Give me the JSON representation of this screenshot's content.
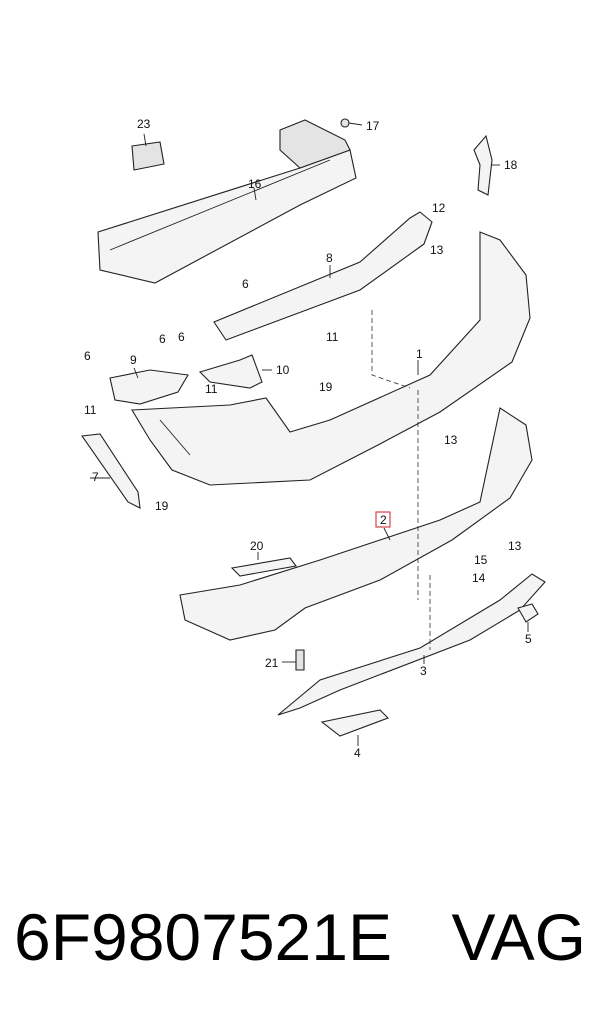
{
  "callouts": {
    "c1": "1",
    "c2": "2",
    "c3": "3",
    "c4": "4",
    "c5": "5",
    "c6a": "6",
    "c6b": "6",
    "c6c": "6",
    "c6d": "6",
    "c7": "7",
    "c8": "8",
    "c9": "9",
    "c10": "10",
    "c11a": "11",
    "c11b": "11",
    "c11c": "11",
    "c12": "12",
    "c13a": "13",
    "c13b": "13",
    "c13c": "13",
    "c14": "14",
    "c15": "15",
    "c16": "16",
    "c17": "17",
    "c18": "18",
    "c19a": "19",
    "c19b": "19",
    "c20": "20",
    "c21": "21",
    "c23": "23"
  },
  "highlighted_callout": "2",
  "caption": {
    "part_number": "6F9807521E",
    "brand": "VAG"
  },
  "colors": {
    "highlight": "#d9434b",
    "line": "#222222"
  }
}
